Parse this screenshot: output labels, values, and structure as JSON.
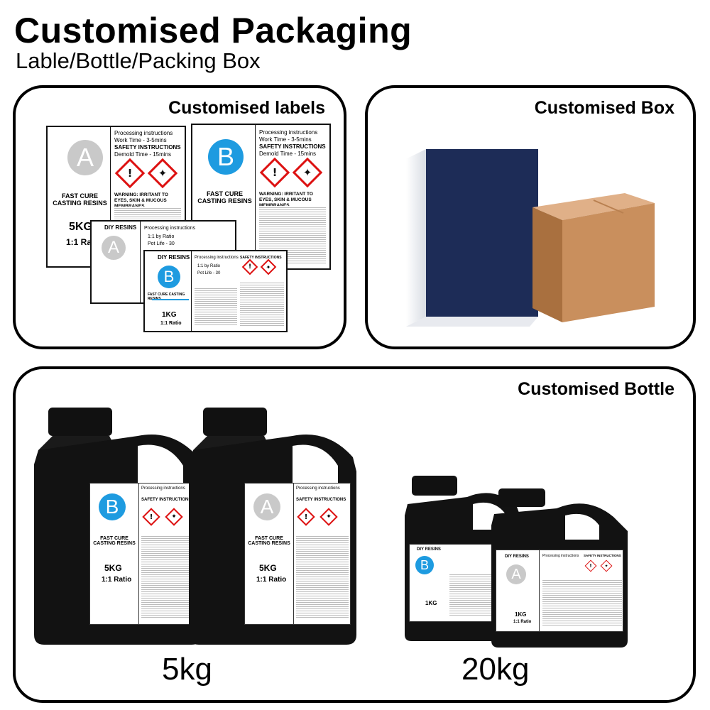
{
  "header": {
    "title": "Customised Packaging",
    "subtitle": "Lable/Bottle/Packing Box"
  },
  "labels_panel": {
    "title": "Customised labels",
    "large_label": {
      "processing": "Processing instructions",
      "work_time": "Work Time - 3-5mins",
      "safety": "SAFETY INSTRUCTIONS",
      "demold": "Demold Time - 15mins",
      "warning": "WARNING: IRRITANT TO EYES, SKIN & MUCOUS MEMBRANES.",
      "product": "FAST CURE CASTING RESINS",
      "weight": "5KG",
      "ratio": "1:1 Ratio"
    },
    "small_label": {
      "brand": "DIY RESINS",
      "processing": "Processing instructions",
      "safety": "SAFETY INSTRUCTIONS",
      "ratio_line": "1:1 by Ratio",
      "pot_life": "Pot Life - 30",
      "product": "FAST CURE CASTING RESINS",
      "weight": "1KG",
      "ratio": "1:1 Ratio"
    },
    "letters": [
      "A",
      "B"
    ]
  },
  "box_panel": {
    "title": "Customised Box"
  },
  "bottle_panel": {
    "title": "Customised Bottle",
    "sizes": [
      "5kg",
      "20kg"
    ]
  },
  "colors": {
    "badge_a": "#c9c9c9",
    "badge_b": "#1e9be0",
    "navy_box": "#1d2c57",
    "cardboard": "#c98f5d",
    "hazard": "#dd1111"
  }
}
